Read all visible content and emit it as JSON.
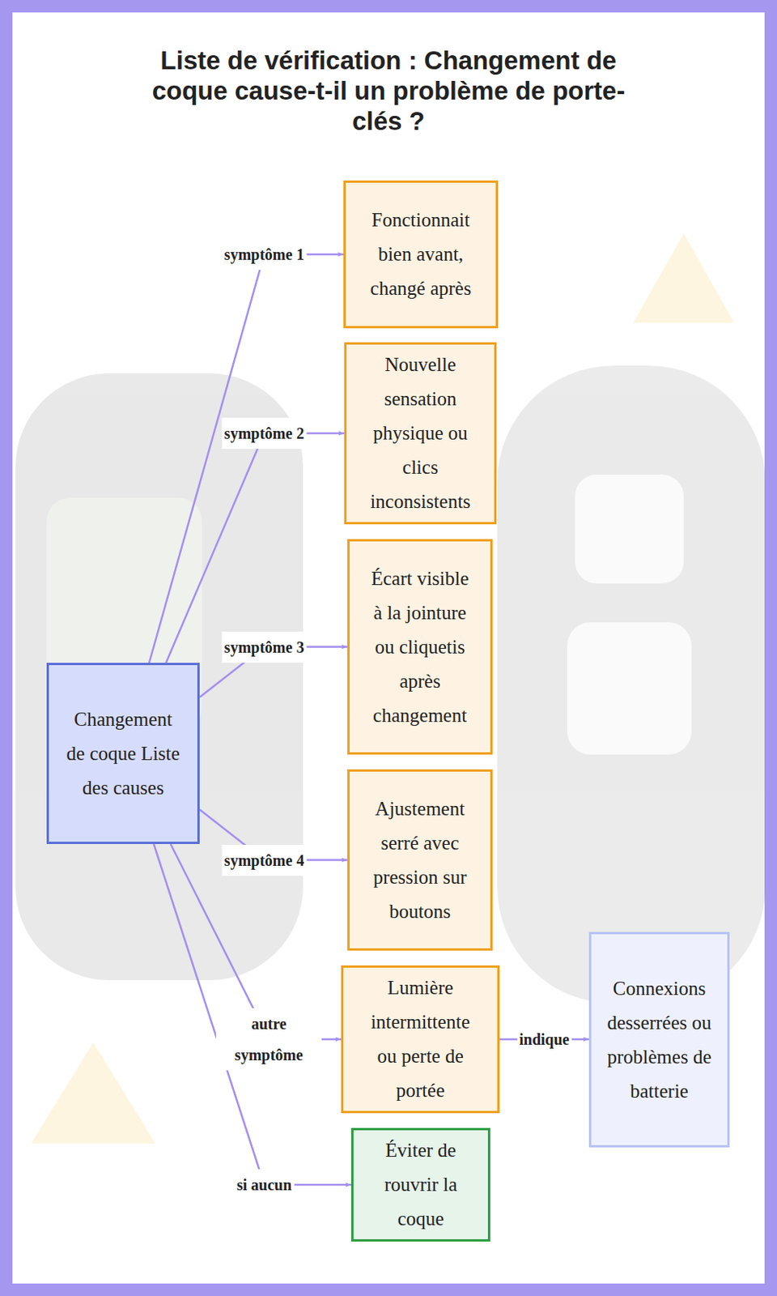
{
  "diagram": {
    "title": "Liste de vérification : Changement de coque cause-t-il un problème de porte-clés ?",
    "nodes": [
      {
        "text": [
          "Changement de coque Liste des causes"
        ]
      },
      {
        "text": [
          "Fonctionnait bien avant, changé après"
        ]
      },
      {
        "text": [
          "Nouvelle sensation physique ou clics inconsistents"
        ]
      },
      {
        "text": [
          "Écart visible à la jointure ou cliquetis après changement"
        ]
      },
      {
        "text": [
          "Ajustement serré avec pression sur boutons"
        ]
      },
      {
        "text": [
          "Lumière intermittente ou perte de portée"
        ]
      },
      {
        "text": [
          "Connexions desserrées ou problèmes de batterie"
        ]
      },
      {
        "text": [
          "Éviter de rouvrir la coque"
        ]
      }
    ],
    "edges": [
      {
        "from": 0,
        "to": 1,
        "label": "symptôme 1",
        "arrow": "to"
      },
      {
        "from": 0,
        "to": 2,
        "label": "symptôme 2",
        "arrow": "to"
      },
      {
        "from": 0,
        "to": 3,
        "label": "symptôme 3",
        "arrow": "to"
      },
      {
        "from": 0,
        "to": 4,
        "label": "symptôme 4",
        "arrow": "to"
      },
      {
        "from": 0,
        "to": 5,
        "label": "autre symptôme",
        "arrow": "to"
      },
      {
        "from": 5,
        "to": 6,
        "label": "indique",
        "arrow": "to"
      },
      {
        "from": 0,
        "to": 7,
        "label": "si aucun",
        "arrow": "to"
      }
    ]
  }
}
